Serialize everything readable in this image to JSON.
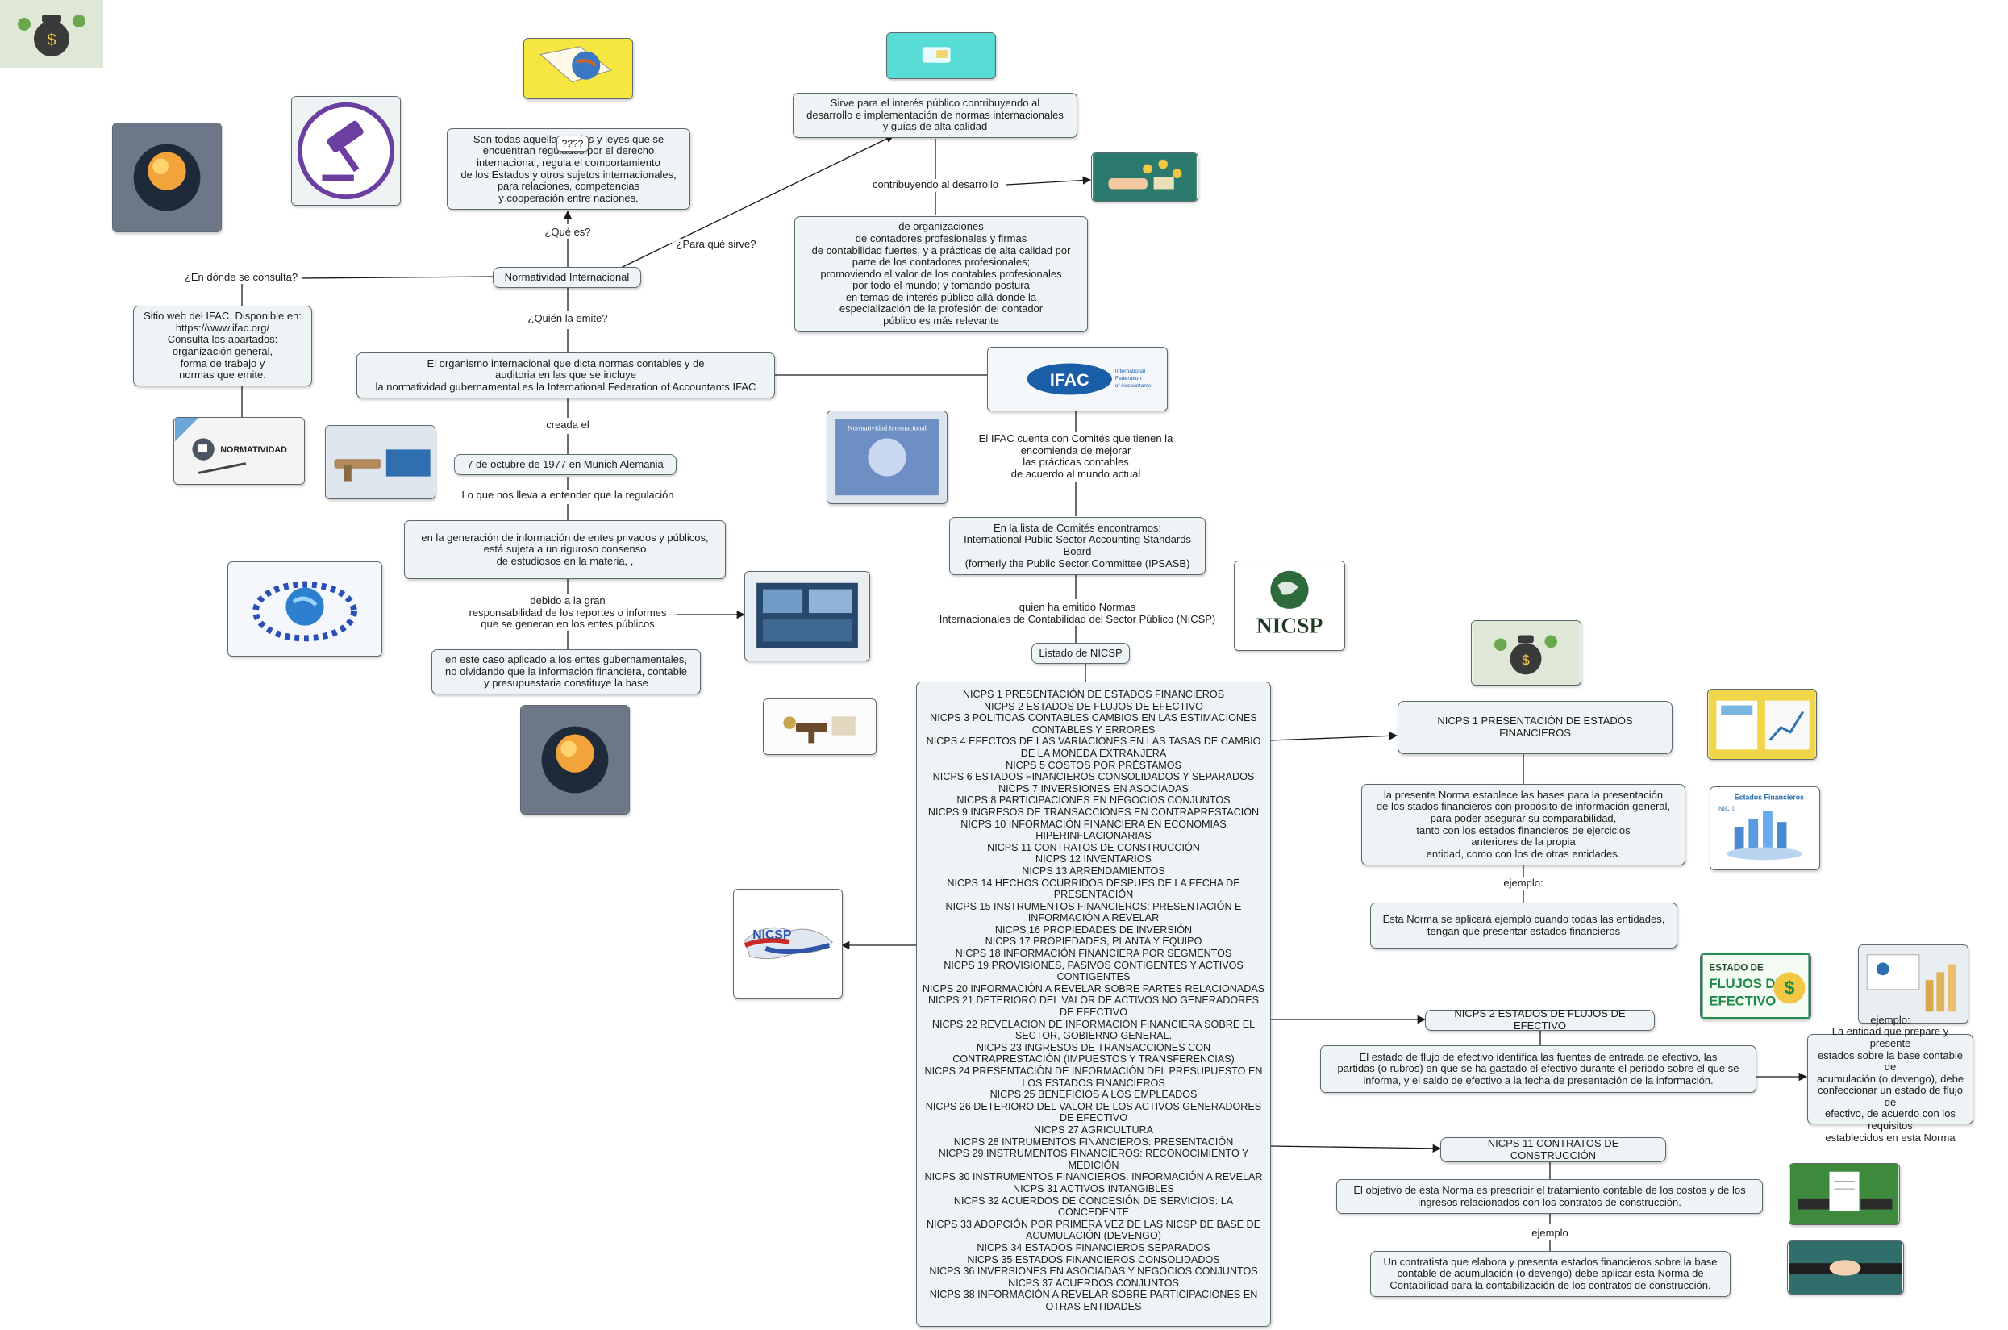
{
  "center": "Normatividad Internacional",
  "labels": {
    "que_es": "¿Qué es?",
    "para_que": "¿Para qué sirve?",
    "donde": "¿En dónde se consulta?",
    "quien": "¿Quién la emite?",
    "creada": "creada el",
    "lo_que": "Lo que nos lleva a entender que la regulación",
    "debido": "debido a la gran\nresponsabilidad de los reportes o informes\nque se generan en los entes públicos",
    "contribuyendo": "contribuyendo al desarrollo",
    "ifac_comites": "El IFAC cuenta con Comités que tienen la\nencomienda de mejorar\nlas prácticas contables\nde acuerdo al mundo actual",
    "quien_emitido": "quien ha emitido Normas\nInternacionales de Contabilidad del Sector Público (NICSP)",
    "ejemplo1": "ejemplo:",
    "ejemplo3": "ejemplo"
  },
  "nodes": {
    "definicion": "Son todas aquellas reglas y leyes que se\nencuentran regulados por el derecho\ninternacional, regula el comportamiento\nde los Estados y otros sujetos internacionales,\npara relaciones, competencias\ny cooperación entre naciones.",
    "question_badge": "????",
    "sirve": "Sirve para el interés público contribuyendo al\ndesarrollo e implementación de normas internacionales\ny guías de alta calidad",
    "organizaciones": "de organizaciones\nde contadores profesionales y firmas\nde contabilidad fuertes, y a prácticas de alta calidad por\nparte de los contadores profesionales;\npromoviendo el valor de los contables profesionales\npor todo el mundo; y tomando postura\nen temas de interés público allá donde la\nespecialización de la profesión del contador\npúblico es más relevante",
    "sitio": "Sitio web del IFAC. Disponible en:\nhttps://www.ifac.org/\nConsulta los apartados:\norganización general,\nforma de trabajo y\nnormas que emite.",
    "organismo": "El organismo internacional que dicta normas contables y de\nauditoria en las que se incluye\nla normatividad gubernamental es la International Federation of Accountants IFAC",
    "fecha": "7 de octubre de 1977 en Munich Alemania",
    "generacion": "en la generación de información de entes privados y públicos,\nestá sujeta a un riguroso consenso\nde estudiosos en la materia, ,",
    "caso": "en este caso aplicado a los entes gubernamentales,\nno olvidando que la información financiera, contable\ny presupuestaria constituye la base",
    "comites_lista": "En la lista de Comités encontramos:\nInternational Public Sector Accounting Standards\nBoard\n(formerly the Public Sector Committee (IPSASB)",
    "listado": "Listado de NICSP",
    "nicsp1": "NICPS 1 PRESENTACIÓN DE ESTADOS FINANCIEROS",
    "nicsp1_desc": "la presente Norma  establece las bases para la presentación\nde los stados financieros con propósito de información general,\npara poder asegurar su comparabilidad,\ntanto con los estados financieros de ejercicios\nanteriores de la propia\nentidad, como con los de otras entidades.",
    "nicsp1_ej": "Esta Norma se aplicará ejemplo cuando todas las entidades,\ntengan que presentar estados financieros",
    "nicsp2": "NICPS 2 ESTADOS DE FLUJOS DE EFECTIVO",
    "nicsp2_desc": "El estado de flujo de efectivo identifica las fuentes de entrada de efectivo, las\npartidas (o rubros) en que se ha gastado el efectivo durante el periodo sobre el que se\ninforma, y el saldo de efectivo a la fecha de presentación de la información.",
    "nicsp2_ej": "ejemplo:\nLa entidad que prepare y presente\nestados sobre la base contable de\nacumulación (o devengo), debe\nconfeccionar un estado de flujo de\nefectivo, de acuerdo con los requisitos\nestablecidos en esta Norma",
    "nicsp11": "NICPS 11 CONTRATOS DE CONSTRUCCIÓN",
    "nicsp11_desc": "El objetivo de esta Norma es prescribir el tratamiento contable de los costos y de los\ningresos relacionados con los contratos de construcción.",
    "nicsp11_ej": "Un contratista que elabora y presenta estados financieros sobre la base\ncontable de acumulación (o devengo) debe aplicar esta Norma de\nContabilidad para la contabilización de los contratos de construcción."
  },
  "nicsp_list": [
    "NICPS 1 PRESENTACIÓN DE ESTADOS FINANCIEROS",
    "NICPS 2 ESTADOS DE FLUJOS DE EFECTIVO",
    "NICPS 3 POLITICAS CONTABLES CAMBIOS EN LAS ESTIMACIONES CONTABLES Y ERRORES",
    "NICPS 4 EFECTOS DE LAS VARIACIONES EN LAS TASAS DE CAMBIO DE LA MONEDA EXTRANJERA",
    "NICPS 5 COSTOS POR PRÉSTAMOS",
    "NICPS 6 ESTADOS FINANCIEROS CONSOLIDADOS Y SEPARADOS",
    "NICPS 7 INVERSIONES EN ASOCIADAS",
    "NICPS 8 PARTICIPACIONES EN NEGOCIOS CONJUNTOS",
    "NICPS 9 INGRESOS DE TRANSACCIONES EN CONTRAPRESTACIÓN",
    "NICPS 10 INFORMACIÓN FINANCIERA EN ECONOMIAS HIPERINFLACIONARIAS",
    "NICPS 11 CONTRATOS DE CONSTRUCCIÓN",
    "NICPS 12 INVENTARIOS",
    "NICPS 13 ARRENDAMIENTOS",
    "NICPS 14 HECHOS OCURRIDOS DESPUES DE LA FECHA DE PRESENTACIÓN",
    "NICPS 15 INSTRUMENTOS FINANCIEROS: PRESENTACIÓN E INFORMACIÓN A REVELAR",
    "NICPS 16 PROPIEDADES DE INVERSIÓN",
    "NICPS 17 PROPIEDADES, PLANTA Y EQUIPO",
    "NICPS 18 INFORMACIÓN FINANCIERA POR SEGMENTOS",
    "NICPS 19 PROVISIONES, PASIVOS CONTIGENTES Y ACTIVOS CONTIGENTES",
    "NICPS 20 INFORMACIÓN A REVELAR SOBRE PARTES RELACIONADAS",
    "NICPS 21 DETERIORO DEL VALOR DE ACTIVOS NO GENERADORES DE EFECTIVO",
    "NICPS 22 REVELACION DE INFORMACIÓN FINANCIERA SOBRE EL SECTOR, GOBIERNO GENERAL.",
    "NICPS 23 INGRESOS DE TRANSACCIONES CON CONTRAPRESTACIÓN (IMPUESTOS Y TRANSFERENCIAS)",
    "NICPS 24 PRESENTACIÓN DE INFORMACIÓN DEL PRESUPUESTO EN LOS ESTADOS FINANCIEROS",
    "NICPS 25 BENEFICIOS A LOS EMPLEADOS",
    "NICPS 26 DETERIORO DEL VALOR DE LOS ACTIVOS GENERADORES DE EFECTIVO",
    "NICPS 27 AGRICULTURA",
    "NICPS 28 INTRUMENTOS FINANCIEROS: PRESENTACIÓN",
    "NICPS 29 INSTRUMENTOS FINANCIEROS: RECONOCIMIENTO Y MEDICIÓN",
    "NICPS 30 INSTRUMENTOS FINANCIEROS. INFORMACIÓN A REVELAR",
    "NICPS 31 ACTIVOS INTANGIBLES",
    "NICPS 32 ACUERDOS DE CONCESIÓN DE SERVICIOS: LA CONCEDENTE",
    "NICPS 33 ADOPCIÓN POR PRIMERA VEZ DE LAS NICSP DE BASE DE ACUMULACIÓN (DEVENGO)",
    "NICPS 34 ESTADOS FINANCIEROS SEPARADOS",
    "NICPS 35 ESTADOS FINANCIEROS CONSOLIDADOS",
    "NICPS 36 INVERSIONES EN ASOCIADAS Y NEGOCIOS CONJUNTOS",
    "NICPS 37 ACUERDOS CONJUNTOS",
    "NICPS 38 INFORMACIÓN A REVELAR SOBRE PARTICIPACIONES EN OTRAS ENTIDADES"
  ],
  "image_text": {
    "normatividad": "NORMATIVIDAD",
    "ifac_logo": "IFAC",
    "ifac_tag": "International\nFederation\nof Accountants",
    "nicsp_logo": "NICSP",
    "nicsp_map": "NICSP",
    "estados_fin": "Estados Financieros",
    "nic1": "NIC 1",
    "flujos_a": "ESTADO DE",
    "flujos_b": "FLUJOS DE",
    "flujos_c": "EFECTIVO",
    "norm_int": "Normatividad Internacional"
  },
  "colors": {
    "node_bg": "#eef4f5",
    "node_border": "#5f6a70",
    "line": "#1a1a1a",
    "ifac_blue": "#1a5ea8",
    "nicsp_green": "#2e6b3a",
    "flujos_green": "#1e8a4a"
  }
}
